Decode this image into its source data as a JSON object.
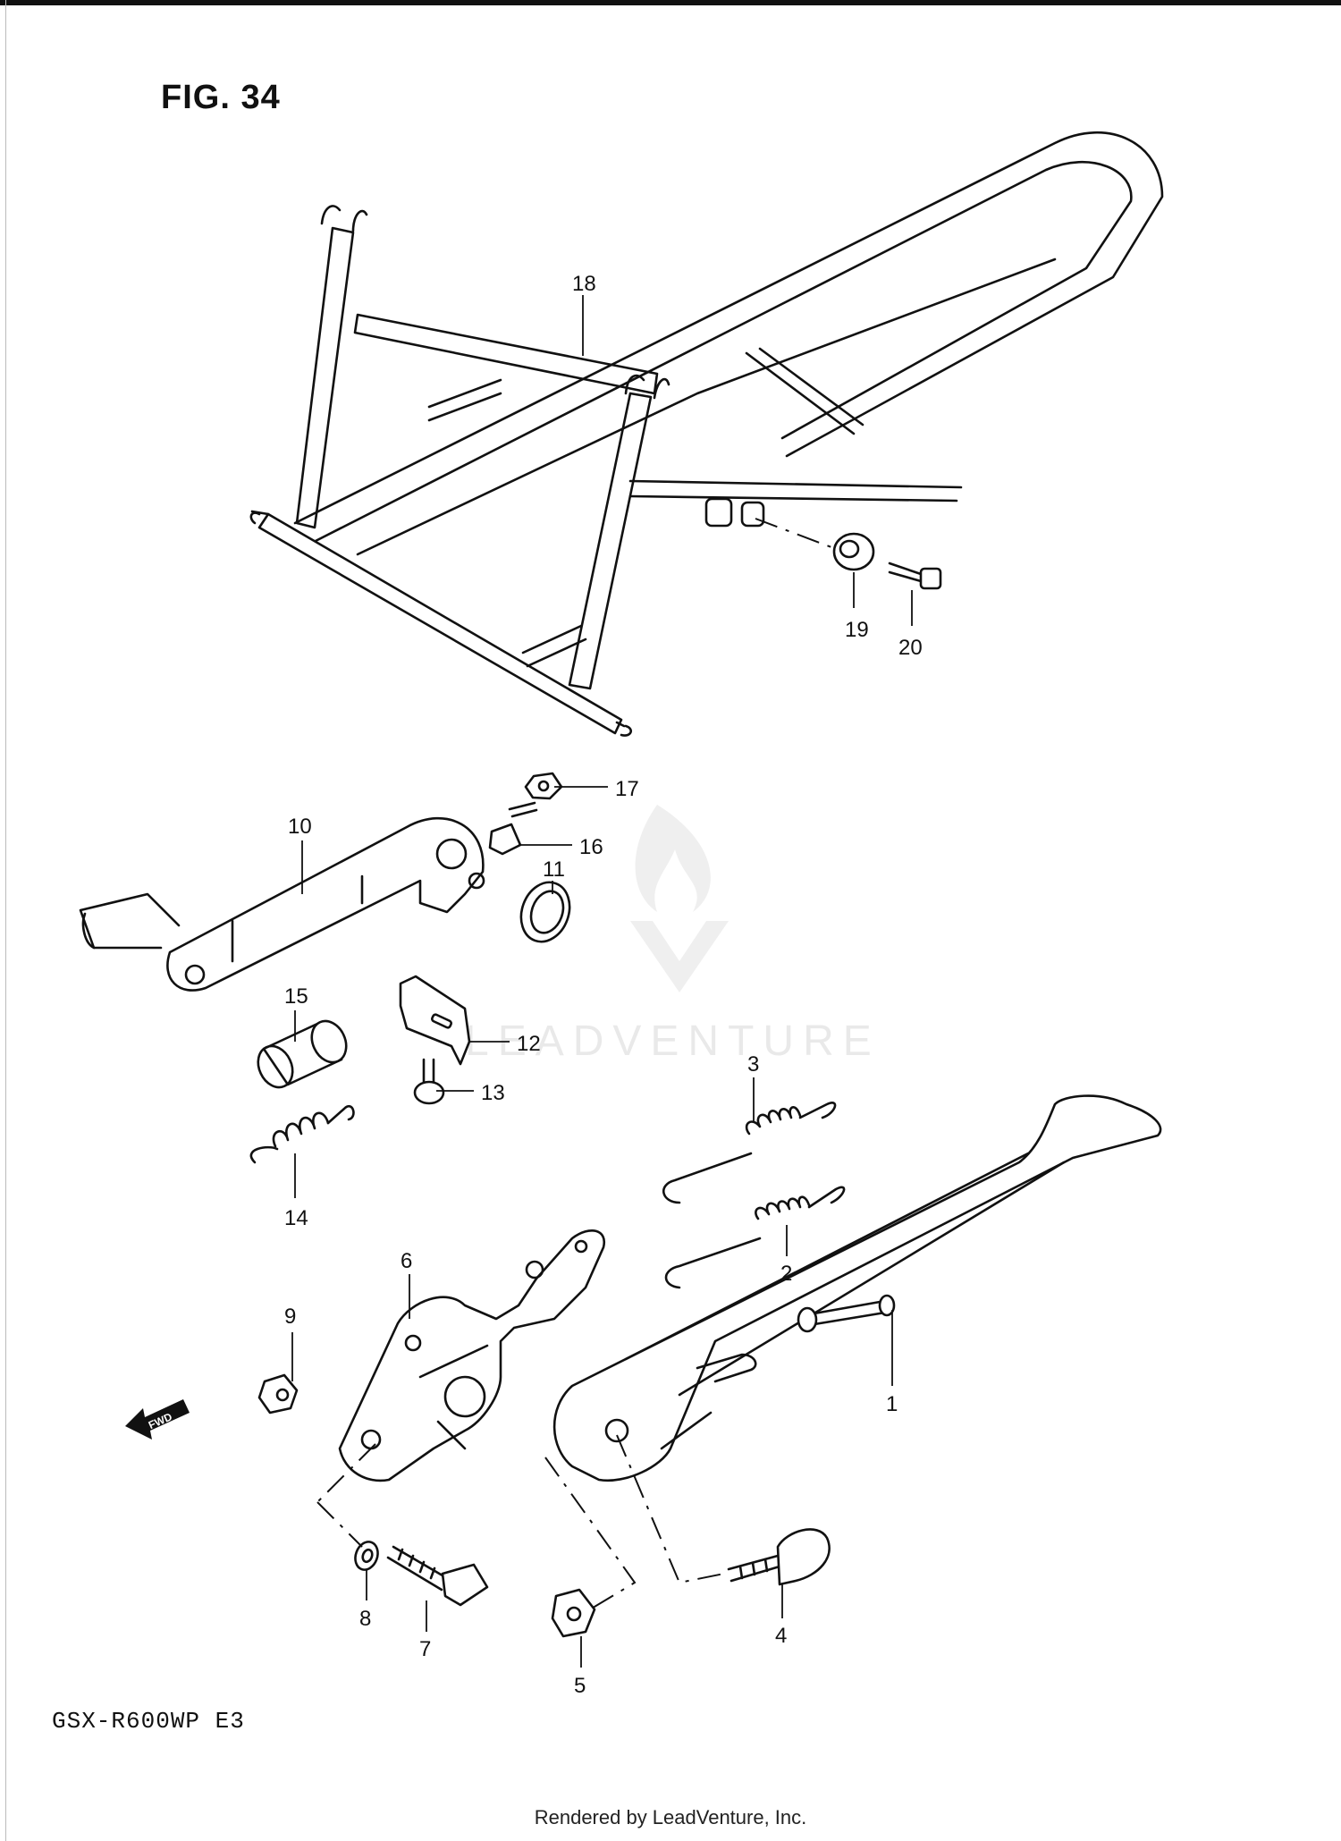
{
  "figure": {
    "title": "FIG. 34",
    "model": "GSX-R600WP E3"
  },
  "footer": "Rendered by LeadVenture, Inc.",
  "watermark": "LEADVENTURE",
  "fwd_label": "FWD",
  "callouts": [
    "1",
    "2",
    "3",
    "4",
    "5",
    "6",
    "7",
    "8",
    "9",
    "10",
    "11",
    "12",
    "13",
    "14",
    "15",
    "16",
    "17",
    "18",
    "19",
    "20"
  ],
  "parts": [
    {
      "no": "18",
      "item": "rear-stand-frame"
    },
    {
      "no": "19",
      "item": "collar"
    },
    {
      "no": "20",
      "item": "bolt"
    },
    {
      "no": "17",
      "item": "nut"
    },
    {
      "no": "16",
      "item": "bolt"
    },
    {
      "no": "10",
      "item": "stand-lever"
    },
    {
      "no": "11",
      "item": "washer"
    },
    {
      "no": "12",
      "item": "bracket"
    },
    {
      "no": "13",
      "item": "screw"
    },
    {
      "no": "15",
      "item": "collar"
    },
    {
      "no": "14",
      "item": "spring"
    },
    {
      "no": "3",
      "item": "spring"
    },
    {
      "no": "2",
      "item": "spring"
    },
    {
      "no": "1",
      "item": "side-stand"
    },
    {
      "no": "6",
      "item": "stand-bracket"
    },
    {
      "no": "9",
      "item": "nut"
    },
    {
      "no": "8",
      "item": "washer"
    },
    {
      "no": "7",
      "item": "bolt"
    },
    {
      "no": "5",
      "item": "nut"
    },
    {
      "no": "4",
      "item": "bolt"
    }
  ],
  "colors": {
    "ink": "#111111",
    "watermark": "#d8d8d8",
    "paper": "#ffffff"
  }
}
